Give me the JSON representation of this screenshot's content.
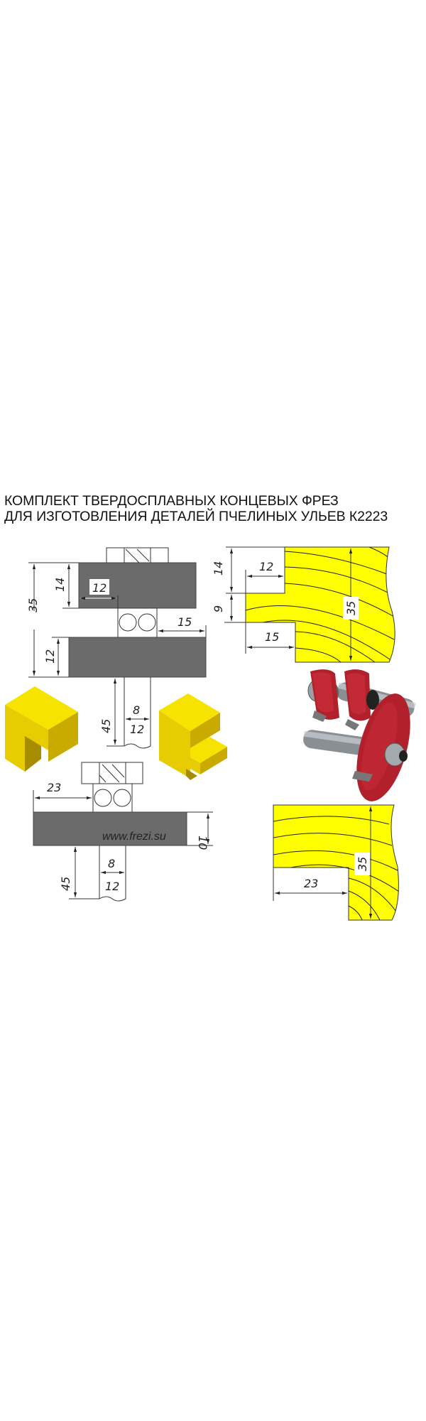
{
  "title": {
    "line1": "КОМПЛЕКТ ТВЕРДОСПЛАВНЫХ КОНЦЕВЫХ ФРЕЗ",
    "line2": "ДЛЯ ИЗГОТОВЛЕНИЯ ДЕТАЛЕЙ ПЧЕЛИНЫХ УЛЬЕВ К2223"
  },
  "colors": {
    "cutter_gray": "#6b6b6b",
    "wood_yellow": "#ffff00",
    "iso_yellow": "#f2d800",
    "cutter_red": "#b2202c",
    "line": "#333333"
  },
  "drawing_top_left": {
    "dims": {
      "overall_height": "35",
      "upper_cutter_height": "14",
      "upper_offset": "12",
      "lower_overhang": "15",
      "lower_cutter_height": "12",
      "shank_length": "45",
      "shank_diameter_a": "8",
      "shank_diameter_b": "12"
    }
  },
  "drawing_top_right_profile": {
    "dims": {
      "top_step_height": "14",
      "top_step_depth": "12",
      "tongue_height": "9",
      "bottom_step_depth": "15",
      "total_thickness": "35"
    }
  },
  "drawing_bottom_left": {
    "dims": {
      "cut_depth": "23",
      "cutter_height": "10",
      "shank_length": "45",
      "shank_diameter_a": "8",
      "shank_diameter_b": "12"
    },
    "watermark": "www.frezi.su"
  },
  "drawing_bottom_right_profile": {
    "dims": {
      "rebate_depth": "23",
      "total_thickness": "35"
    }
  }
}
